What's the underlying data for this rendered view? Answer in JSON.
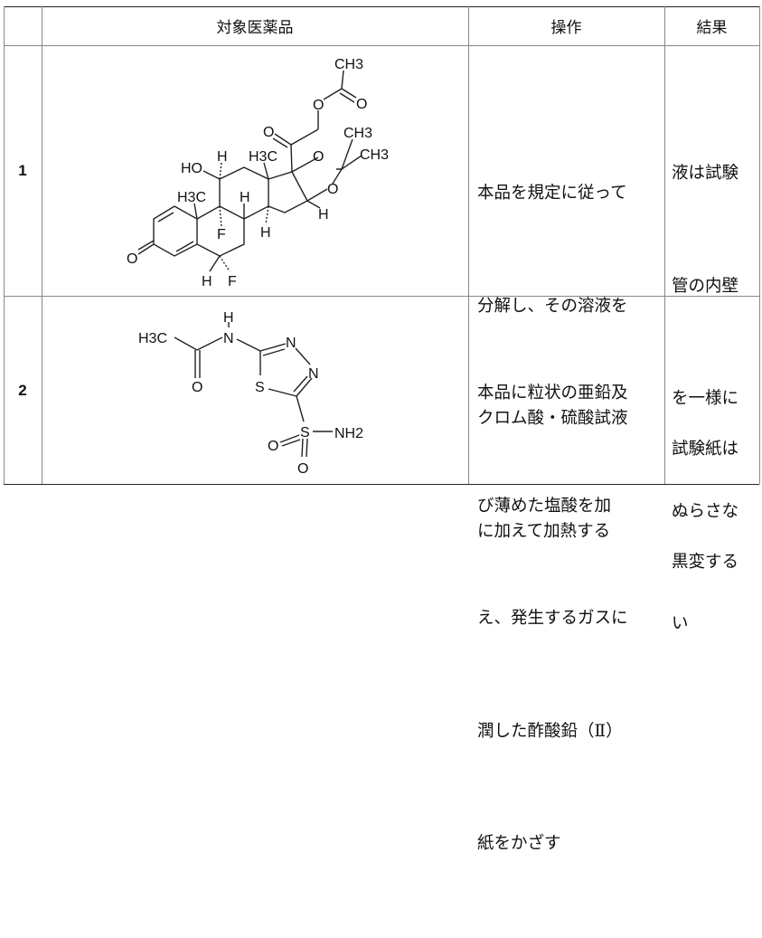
{
  "table": {
    "headers": [
      "",
      "対象医薬品",
      "操作",
      "結果"
    ],
    "rows": [
      {
        "number": "1",
        "structure_labels": [
          "CH3",
          "O",
          "O",
          "O",
          "CH3",
          "CH3",
          "O",
          "O",
          "HO",
          "H",
          "H3C",
          "H3C",
          "H",
          "F",
          "H",
          "H",
          "O",
          "H",
          "F"
        ],
        "operation_lines": [
          "本品を規定に従って",
          "分解し、その溶液を",
          "クロム酸・硫酸試液",
          "に加えて加熱する"
        ],
        "result_lines": [
          "液は試験",
          "管の内壁",
          "を一様に",
          "ぬらさな",
          "い"
        ]
      },
      {
        "number": "2",
        "structure_labels": [
          "H3C",
          "H",
          "N",
          "N",
          "N",
          "O",
          "S",
          "S",
          "NH2",
          "O",
          "O"
        ],
        "operation_lines": [
          "本品に粒状の亜鉛及",
          "び薄めた塩酸を加",
          "え、発生するガスに",
          "潤した酢酸鉛（Ⅱ）",
          "紙をかざす"
        ],
        "result_lines": [
          "試験紙は",
          "黒変する"
        ]
      }
    ]
  }
}
